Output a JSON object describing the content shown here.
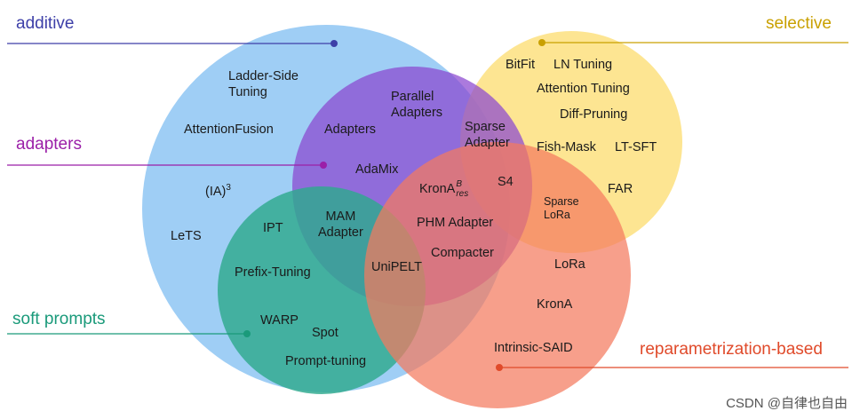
{
  "categories": {
    "additive": {
      "label": "additive",
      "color": "#3d3fa8"
    },
    "selective": {
      "label": "selective",
      "color": "#c9a000"
    },
    "adapters": {
      "label": "adapters",
      "color": "#9b1fa8"
    },
    "soft_prompts": {
      "label": "soft prompts",
      "color": "#1a9a7a"
    },
    "reparametrization": {
      "label": "reparametrization-based",
      "color": "#e04a2a"
    }
  },
  "circle_colors": {
    "additive": "#8ec5f3",
    "selective": "#fddf7a",
    "adapters": "#8b46d0",
    "soft_prompts": "#2eaa8e",
    "reparametrization": "#f47a5e"
  },
  "methods": {
    "ladder_side_1": "Ladder-Side",
    "ladder_side_2": "Tuning",
    "attention_fusion": "AttentionFusion",
    "ia3_base": "(IA)",
    "ia3_sup": "3",
    "lets": "LeTS",
    "parallel_1": "Parallel",
    "parallel_2": "Adapters",
    "adapters": "Adapters",
    "adamix": "AdaMix",
    "mam_1": "MAM",
    "mam_2": "Adapter",
    "ipt": "IPT",
    "prefix_tuning": "Prefix-Tuning",
    "warp": "WARP",
    "spot": "Spot",
    "prompt_tuning": "Prompt-tuning",
    "unipelt": "UniPELT",
    "krona_res_base": "KronA",
    "krona_res_sup": "B",
    "krona_res_sub": "res",
    "phm_adapter": "PHM Adapter",
    "compacter": "Compacter",
    "s4": "S4",
    "sparse_adapter_1": "Sparse",
    "sparse_adapter_2": "Adapter",
    "bitfit": "BitFit",
    "ln_tuning": "LN Tuning",
    "attention_tuning": "Attention Tuning",
    "diff_pruning": "Diff-Pruning",
    "fish_mask": "Fish-Mask",
    "lt_sft": "LT-SFT",
    "far": "FAR",
    "sparse_lora_1": "Sparse",
    "sparse_lora_2": "LoRa",
    "lora": "LoRa",
    "krona": "KronA",
    "intrinsic_said": "Intrinsic-SAID"
  },
  "watermark": "CSDN @自律也自由"
}
